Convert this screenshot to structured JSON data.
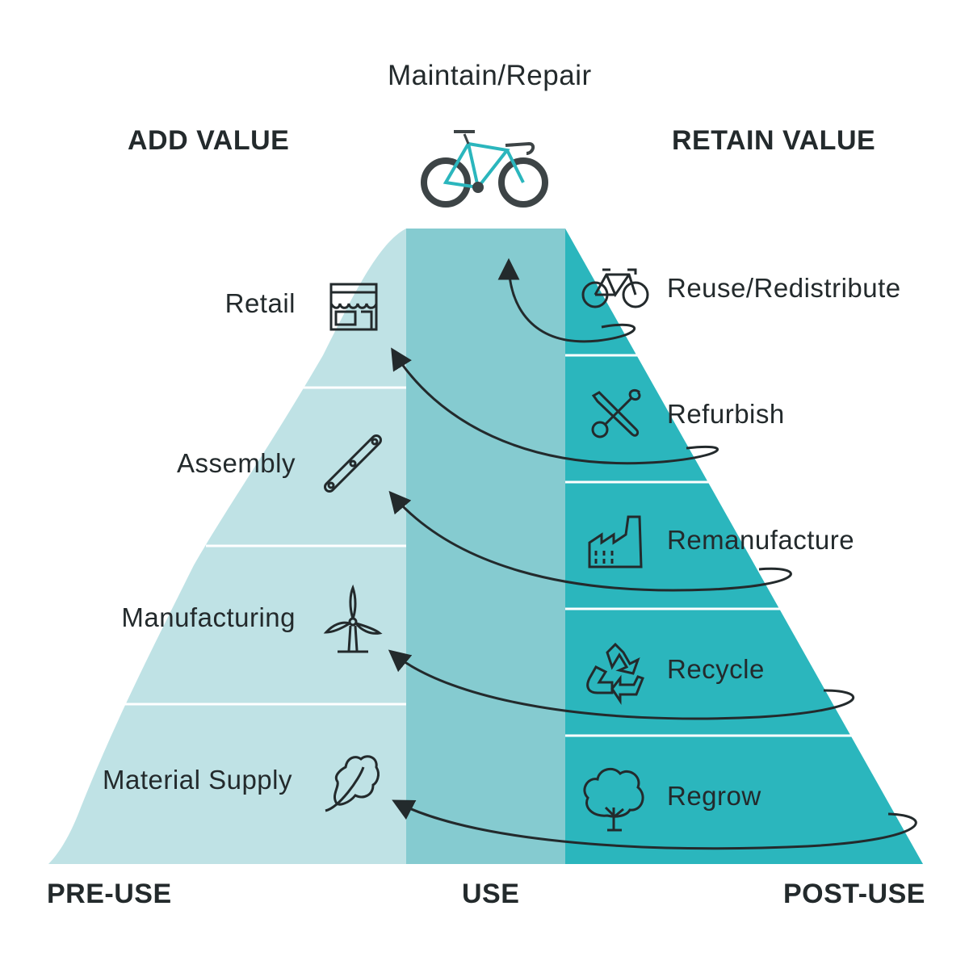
{
  "title": "Maintain/Repair",
  "headers": {
    "add_value": "ADD VALUE",
    "retain_value": "RETAIN VALUE"
  },
  "axis": {
    "pre_use": "PRE-USE",
    "use": "USE",
    "post_use": "POST-USE"
  },
  "add_stages": [
    {
      "label": "Retail",
      "icon": "storefront-icon"
    },
    {
      "label": "Assembly",
      "icon": "bike-chain-icon"
    },
    {
      "label": "Manufacturing",
      "icon": "wind-turbine-icon"
    },
    {
      "label": "Material Supply",
      "icon": "leaf-icon"
    }
  ],
  "retain_stages": [
    {
      "label": "Reuse/Redistribute",
      "icon": "bicycle-icon"
    },
    {
      "label": "Refurbish",
      "icon": "tools-icon"
    },
    {
      "label": "Remanufacture",
      "icon": "factory-icon"
    },
    {
      "label": "Recycle",
      "icon": "recycle-icon"
    },
    {
      "label": "Regrow",
      "icon": "tree-icon"
    }
  ],
  "colors": {
    "pre_use": "#bfe2e5",
    "use": "#85cbd0",
    "post_use": "#2bb6bd",
    "ink": "#232a2c",
    "bike_frame": "#2bb6bd",
    "bike_wheel": "#3d4446"
  }
}
